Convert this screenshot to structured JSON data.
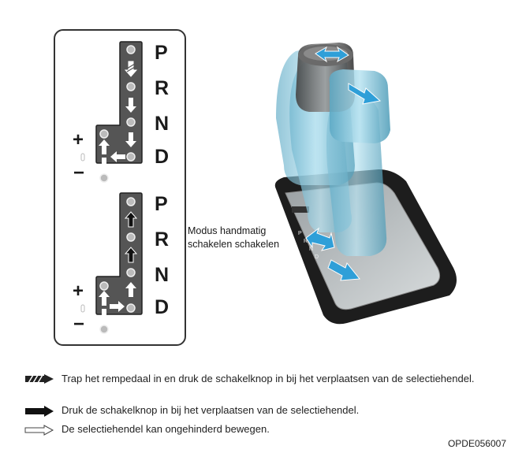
{
  "gate_top": {
    "letters": [
      "P",
      "R",
      "N",
      "D"
    ],
    "plus": "+",
    "minus": "−"
  },
  "gate_bottom": {
    "letters": [
      "P",
      "R",
      "N",
      "D"
    ],
    "plus": "+",
    "minus": "−"
  },
  "callout": {
    "line1": "Modus handmatig",
    "line2": "schakelen schakelen"
  },
  "legend": [
    {
      "icon": "hatched-arrow-icon",
      "text": "Trap het rempedaal in en druk de schakelknop in bij het verplaatsen van de selectiehendel."
    },
    {
      "icon": "solid-arrow-icon",
      "text": "Druk de schakelknop in bij het verplaatsen van de selectiehendel."
    },
    {
      "icon": "outline-arrow-icon",
      "text": "De selectiehendel kan ongehinderd bewegen."
    }
  ],
  "figure_code": "OPDE056007",
  "colors": {
    "gate": "#555555",
    "shifter_blue": "#7ecbe6",
    "arrow_blue": "#2f9fd8"
  }
}
